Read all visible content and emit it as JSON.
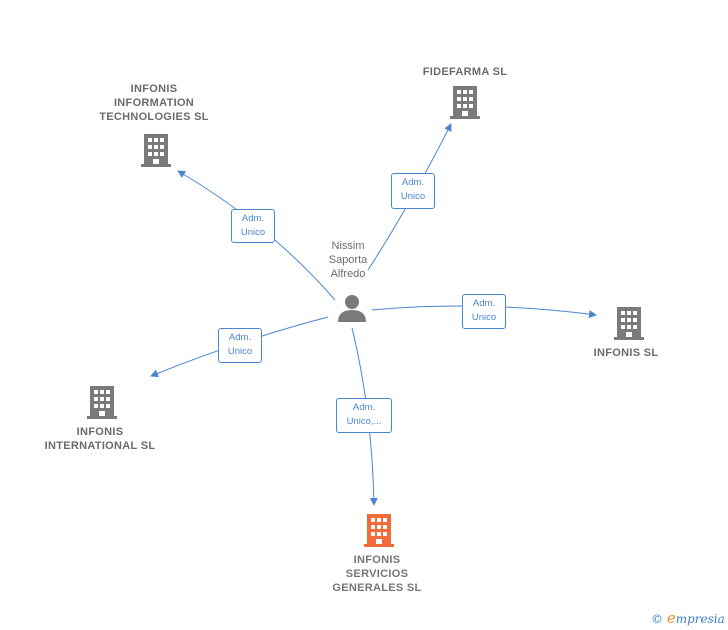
{
  "person": {
    "name": "Nissim\nSaporta\nAlfredo"
  },
  "companies": {
    "infonis_it": {
      "name": "INFONIS\nINFORMATION\nTECHNOLOGIES SL"
    },
    "fidefarma": {
      "name": "FIDEFARMA SL"
    },
    "infonis_sl": {
      "name": "INFONIS SL"
    },
    "infonis_international": {
      "name": "INFONIS\nINTERNATIONAL SL"
    },
    "infonis_servicios": {
      "name": "INFONIS\nSERVICIOS\nGENERALES SL"
    }
  },
  "relations": {
    "infonis_it": "Adm.\nUnico",
    "fidefarma": "Adm.\nUnico",
    "infonis_sl": "Adm.\nUnico",
    "infonis_international": "Adm.\nUnico",
    "infonis_servicios": "Adm.\nUnico,..."
  },
  "footer": {
    "copyright": "©",
    "brand_initial": "e",
    "brand_rest": "mpresia"
  },
  "colors": {
    "edge": "#4a86d0",
    "building": "#7a7a7a",
    "building_highlight": "#f26b3a",
    "person": "#7a7a7a"
  }
}
